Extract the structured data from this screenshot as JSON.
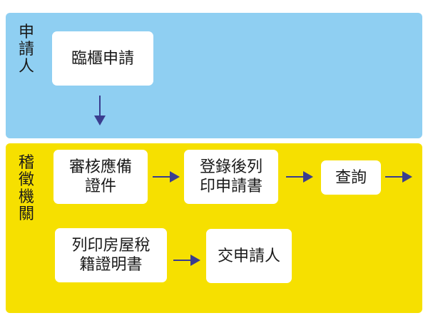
{
  "lanes": {
    "applicant": {
      "label": "申請人",
      "color": "#8fcff2"
    },
    "agency": {
      "label": "稽徵機關",
      "color": "#f6e000"
    }
  },
  "steps": {
    "counter_apply": {
      "label": "臨櫃申請"
    },
    "review_docs": {
      "label_line1": "審核應備",
      "label_line2": "證件"
    },
    "register_print": {
      "label_line1": "登錄後列",
      "label_line2": "印申請書"
    },
    "query": {
      "label": "查詢"
    },
    "print_certificate": {
      "label_line1": "列印房屋稅",
      "label_line2": "籍證明書"
    },
    "deliver": {
      "label": "交申請人"
    }
  },
  "arrow_color": "#3a3d8f",
  "arrow_icon": "right-arrow-icon"
}
